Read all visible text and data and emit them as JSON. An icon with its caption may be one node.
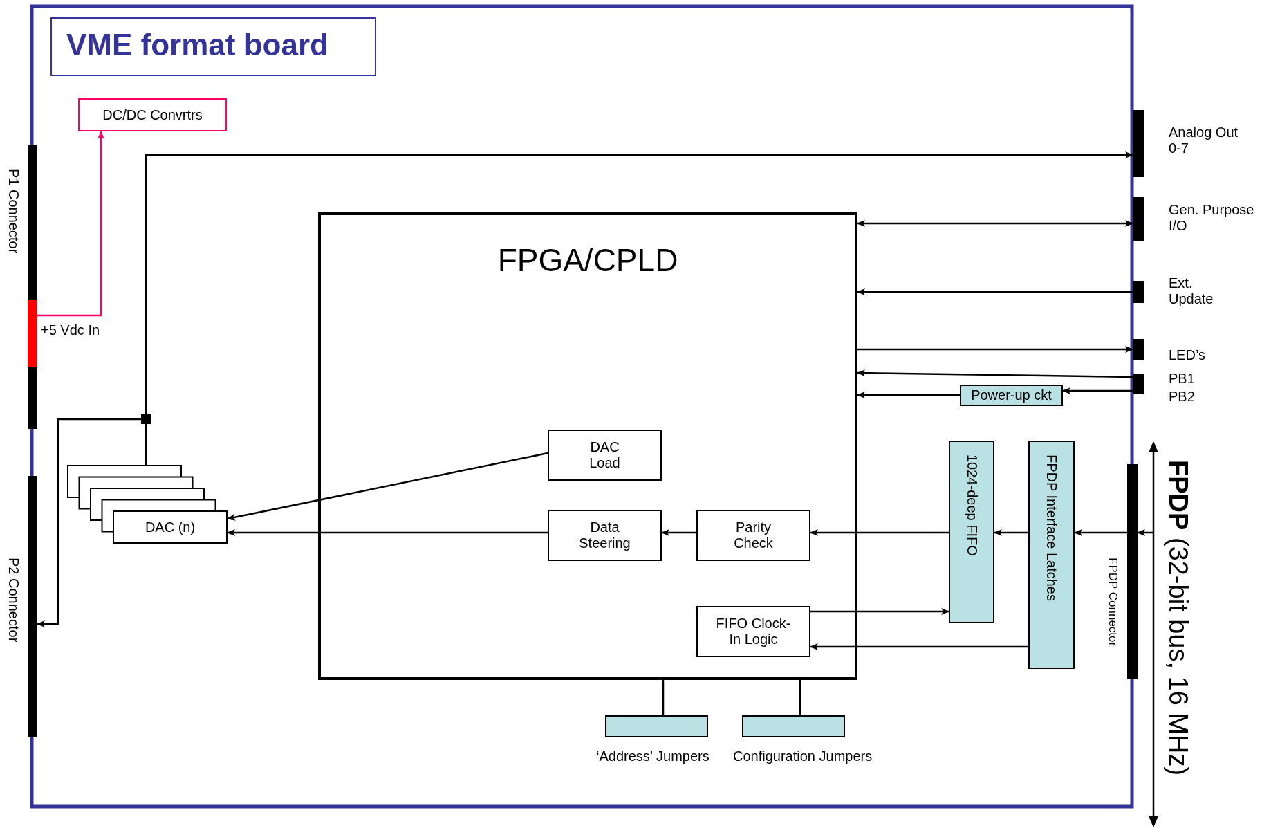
{
  "diagram": {
    "title": "VME format board",
    "nodes": [
      {
        "text": [
          "P1 Connector"
        ]
      },
      {
        "text": [
          "+5 Vdc In"
        ],
        "in": 0
      },
      {
        "text": [
          "DC/DC Convrtrs"
        ]
      },
      {
        "text": [],
        "shape": "box"
      },
      {
        "text": [
          "DAC (n)"
        ]
      },
      {
        "text": [
          "P2 Connector"
        ]
      },
      {
        "text": [
          "FPGA/CPLD"
        ]
      },
      {
        "text": [
          "DAC Load"
        ],
        "in": 6
      },
      {
        "text": [
          "Data Steering"
        ],
        "in": 6
      },
      {
        "text": [
          "Parity Check"
        ],
        "in": 6
      },
      {
        "text": [
          "FIFO Clock-In Logic"
        ],
        "in": 6
      },
      {
        "text": [
          "Analog Out 0-7"
        ]
      },
      {
        "text": [
          "Gen. Purpose I/O"
        ]
      },
      {
        "text": [
          "Ext. Update"
        ]
      },
      {
        "text": [
          "LED’s"
        ]
      },
      {
        "text": [
          "PB1",
          "PB2"
        ]
      },
      {
        "text": [
          "Power-up ckt"
        ]
      },
      {
        "text": [
          "1024-deep FIFO"
        ]
      },
      {
        "text": [
          "FPDP Interface Latches"
        ]
      },
      {
        "text": [
          "FPDP Connector"
        ]
      },
      {
        "text": [
          "‘Address’ Jumpers"
        ]
      },
      {
        "text": [
          "Configuration Jumpers"
        ]
      }
    ],
    "edges": [
      {
        "from": 1,
        "to": 2,
        "arrow": "to",
        "color": "#ff0066"
      },
      {
        "from": 4,
        "to": 3,
        "arrow": "none"
      },
      {
        "from": 3,
        "to": 11,
        "arrow": "to"
      },
      {
        "from": 3,
        "to": 5,
        "arrow": "to"
      },
      {
        "from": 6,
        "to": 12,
        "arrow": "both"
      },
      {
        "from": 13,
        "to": 6,
        "arrow": "to"
      },
      {
        "from": 6,
        "to": 14,
        "arrow": "to"
      },
      {
        "from": 15,
        "to": 6,
        "arrow": "to"
      },
      {
        "from": 15,
        "to": 16,
        "arrow": "to"
      },
      {
        "from": 16,
        "to": 6,
        "arrow": "to"
      },
      {
        "from": null,
        "to": 19,
        "arrow": "to"
      },
      {
        "from": 19,
        "to": 18,
        "arrow": "to"
      },
      {
        "from": 18,
        "to": 17,
        "arrow": "to"
      },
      {
        "from": 17,
        "to": 9,
        "arrow": "to"
      },
      {
        "from": 9,
        "to": 8,
        "arrow": "to"
      },
      {
        "from": 8,
        "to": 4,
        "arrow": "to"
      },
      {
        "from": 7,
        "to": 4,
        "arrow": "to"
      },
      {
        "from": 10,
        "to": 17,
        "arrow": "to"
      },
      {
        "from": 18,
        "to": 10,
        "arrow": "to"
      },
      {
        "from": 20,
        "to": 6,
        "arrow": "none"
      },
      {
        "from": 21,
        "to": 6,
        "arrow": "none"
      }
    ],
    "labels": [
      "**FPDP** (32-bit bus, 16 MHz)"
    ]
  }
}
